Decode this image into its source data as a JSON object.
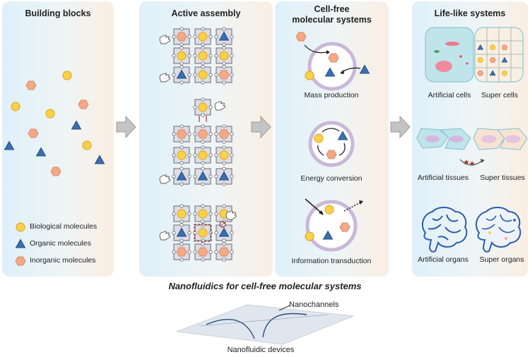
{
  "panels": {
    "building_blocks": {
      "title": "Building blocks",
      "legend": [
        "Biological molecules",
        "Organic molecules",
        "Inorganic molecules"
      ]
    },
    "active_assembly": {
      "title": "Active assembly"
    },
    "cell_free": {
      "title_line1": "Cell-free",
      "title_line2": "molecular systems",
      "labels": [
        "Mass production",
        "Energy conversion",
        "Information transduction"
      ]
    },
    "life_like": {
      "title": "Life-like systems",
      "labels": [
        "Artificial cells",
        "Super cells",
        "Artificial tissues",
        "Super tissues",
        "Artificial organs",
        "Super organs"
      ]
    }
  },
  "main_title": "Nanofluidics for cell-free molecular systems",
  "device": {
    "channels_label": "Nanochannels",
    "device_label": "Nanofluidic devices"
  },
  "colors": {
    "bio": "#f6d24a",
    "organic": "#3b6fb0",
    "inorganic": "#f2a987",
    "membrane": "#c9b8d8"
  }
}
